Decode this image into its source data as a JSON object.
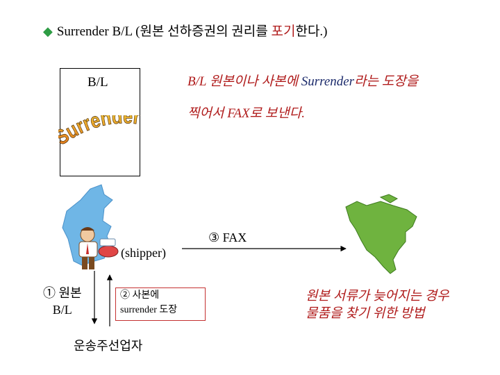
{
  "title": {
    "prefix": "Surrender B/L (원본 선하증권의 권리를 ",
    "highlight": "포기",
    "suffix": "한다.)"
  },
  "document": {
    "label": "B/L",
    "stamp_text": "Surrender"
  },
  "note": {
    "line1_prefix": "B/L 원본이나 사본에 ",
    "line1_highlight": "Surrender",
    "line1_suffix": "라는 도장을",
    "line2": "찍어서 FAX로 보낸다."
  },
  "flow": {
    "fax_label": "③ FAX",
    "shipper_label": "(shipper)",
    "original_label_line1": "① 원본",
    "original_label_line2": "B/L",
    "copy_label_line1": "②  사본에",
    "copy_label_line2": "surrender 도장",
    "carrier_label": "운송주선업자"
  },
  "purpose": {
    "line1": "원본 서류가 늦어지는 경우",
    "line2": "물품을 찾기 위한 방법"
  },
  "colors": {
    "red_text": "#b01c1c",
    "navy_text": "#1b2a6b",
    "bullet": "#2e9c44",
    "map_korea": "#6fb6e6",
    "map_america": "#6fb33f"
  }
}
